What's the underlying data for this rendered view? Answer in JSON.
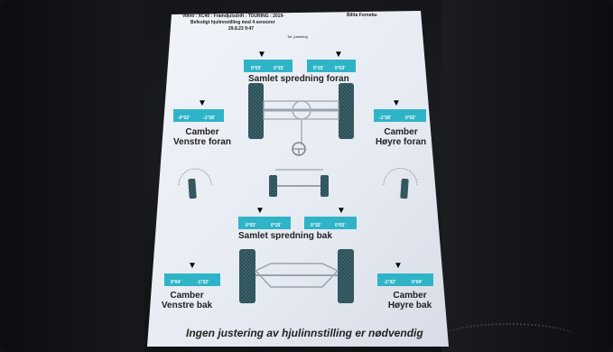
{
  "header": {
    "line1": "Volvo : XC40 : Framdjulsdrift : TOURING : 2019-",
    "line2": "Befestigt hjulinnstilling med 4 sensorer",
    "line3": "29.8.23 9:47",
    "company": "Bilita Fornebu",
    "small_label": "Tot. justering"
  },
  "front": {
    "title": "Samlet spredning foran",
    "left_value_a": "0°03'",
    "left_value_b": "0°15'",
    "right_value_a": "0°15'",
    "right_value_b": "0°03'"
  },
  "camber_front_left": {
    "title": "Camber",
    "subtitle": "Venstre foran",
    "value_a": "-0°02'",
    "value_b": "-1°26'"
  },
  "camber_front_right": {
    "title": "Camber",
    "subtitle": "Høyre foran",
    "value_a": "-1°26'",
    "value_b": "0°02'"
  },
  "rear": {
    "title": "Samlet spredning bak",
    "left_value_a": "0°03'",
    "left_value_b": "0°15'",
    "right_value_a": "0°15'",
    "right_value_b": "0°03'"
  },
  "camber_rear_left": {
    "title": "Camber",
    "subtitle": "Venstre bak",
    "value_a": "0°04'",
    "value_b": "-1°32'"
  },
  "camber_rear_right": {
    "title": "Camber",
    "subtitle": "Høyre bak",
    "value_a": "-1°32'",
    "value_b": "0°04'"
  },
  "footer": "Ingen justering av hjulinnstilling er nødvendig",
  "colors": {
    "paper": "#e9edf4",
    "teal_box": "#2fb4c7",
    "tire": "#2b4a52"
  },
  "icons": [
    "down-arrow-icon",
    "car-front-axle-icon",
    "car-rear-axle-icon",
    "steering-wheel-icon",
    "camber-wheel-icon"
  ]
}
